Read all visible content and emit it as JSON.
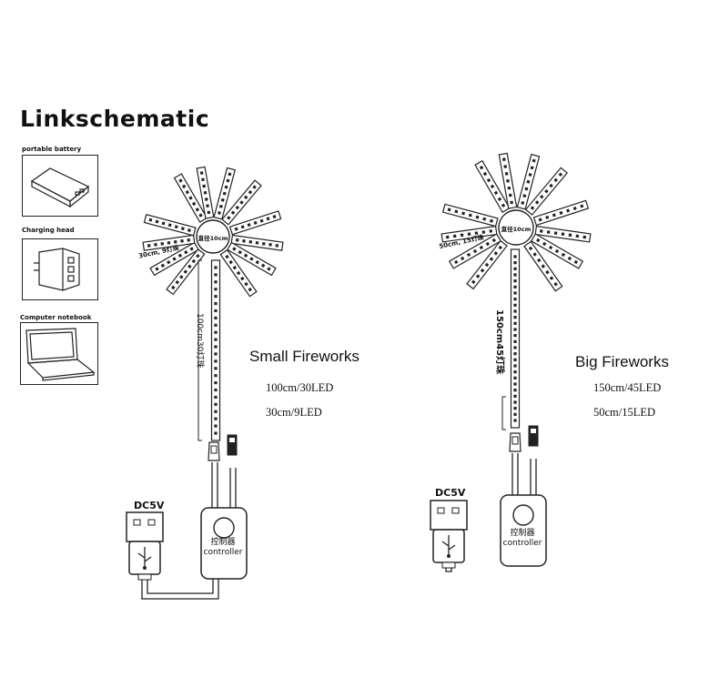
{
  "title": "Linkschematic",
  "power_sources": [
    {
      "label": "portable battery",
      "icon": "battery-icon"
    },
    {
      "label": "Charging head",
      "icon": "charger-icon"
    },
    {
      "label": "Computer notebook",
      "icon": "laptop-icon"
    }
  ],
  "small": {
    "title": "Small Fireworks",
    "spec_main": "100cm/30LED",
    "spec_branch": "30cm/9LED",
    "hub_label": "直径10cm",
    "branch_label": "30cm, 9灯珠",
    "trunk_label": "100cm30灯珠",
    "dc_label": "DC5V",
    "controller_cn": "控制器",
    "controller_en": "controller"
  },
  "big": {
    "title": "Big Fireworks",
    "spec_main": "150cm/45LED",
    "spec_branch": "50cm/15LED",
    "hub_label": "直径10cm",
    "branch_label": "50cm, 15灯珠",
    "trunk_label": "150cm45灯珠",
    "dc_label": "DC5V",
    "controller_cn": "控制器",
    "controller_en": "controller"
  },
  "colors": {
    "line": "#222222",
    "background": "#ffffff"
  }
}
